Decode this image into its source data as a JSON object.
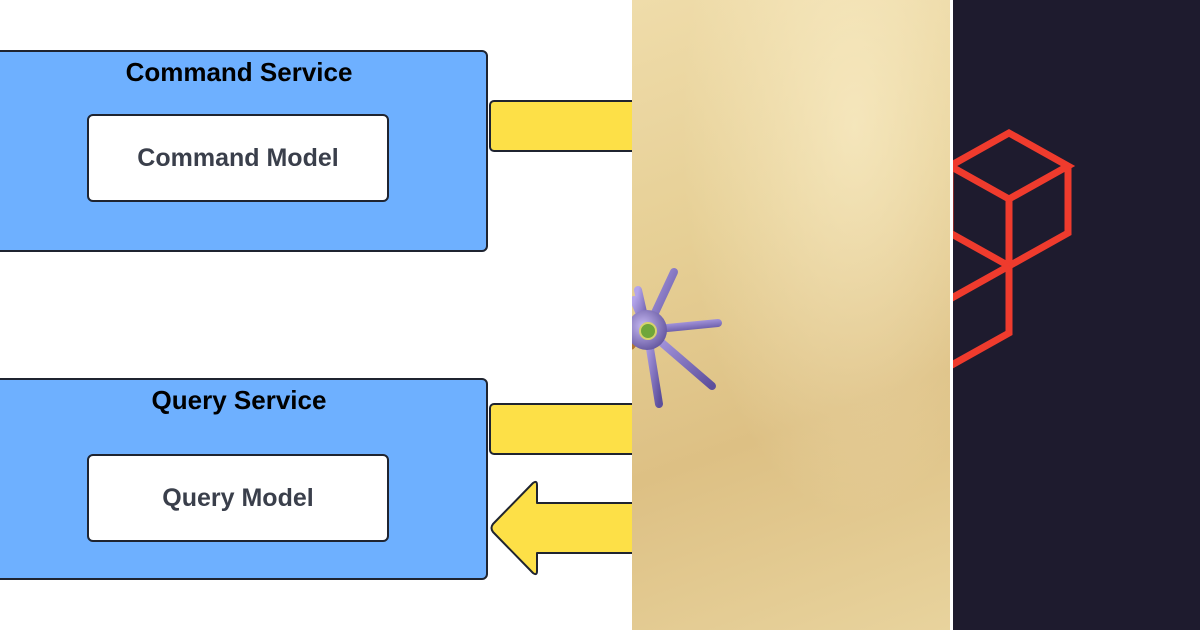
{
  "diagram": {
    "command_service": {
      "title": "Command Service",
      "model_label": "Command Model"
    },
    "query_service": {
      "title": "Query Service",
      "model_label": "Query Model"
    },
    "colors": {
      "service_fill": "#6eb0ff",
      "model_fill": "#ffffff",
      "arrow_fill": "#fde047",
      "outline": "#1f2430"
    }
  },
  "gold_panel": {
    "colors": {
      "background": "#e6cf95",
      "molecule": "#8a79c9"
    }
  },
  "dark_panel": {
    "colors": {
      "background": "#1e1b2e",
      "logo_stroke": "#ef3b2d"
    },
    "icon": "cube-logo-icon"
  }
}
